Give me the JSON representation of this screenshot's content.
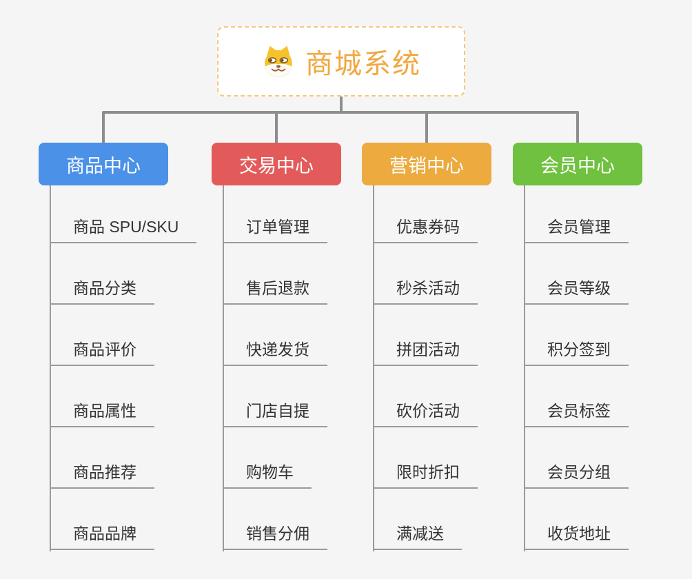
{
  "root": {
    "title": "商城系统",
    "icon": "shiba-dog-icon",
    "title_color": "#f0a840",
    "border_color": "#f6c77d"
  },
  "connector_color": "#8e8e8e",
  "line_color": "#9a9a9a",
  "branches": [
    {
      "label": "商品中心",
      "color": "#4b91e8",
      "items": [
        "商品 SPU/SKU",
        "商品分类",
        "商品评价",
        "商品属性",
        "商品推荐",
        "商品品牌"
      ]
    },
    {
      "label": "交易中心",
      "color": "#e25b5a",
      "items": [
        "订单管理",
        "售后退款",
        "快递发货",
        "门店自提",
        "购物车",
        "销售分佣"
      ]
    },
    {
      "label": "营销中心",
      "color": "#ecaa3f",
      "items": [
        "优惠券码",
        "秒杀活动",
        "拼团活动",
        "砍价活动",
        "限时折扣",
        "满减送"
      ]
    },
    {
      "label": "会员中心",
      "color": "#6fc13f",
      "items": [
        "会员管理",
        "会员等级",
        "积分签到",
        "会员标签",
        "会员分组",
        "收货地址"
      ]
    }
  ]
}
